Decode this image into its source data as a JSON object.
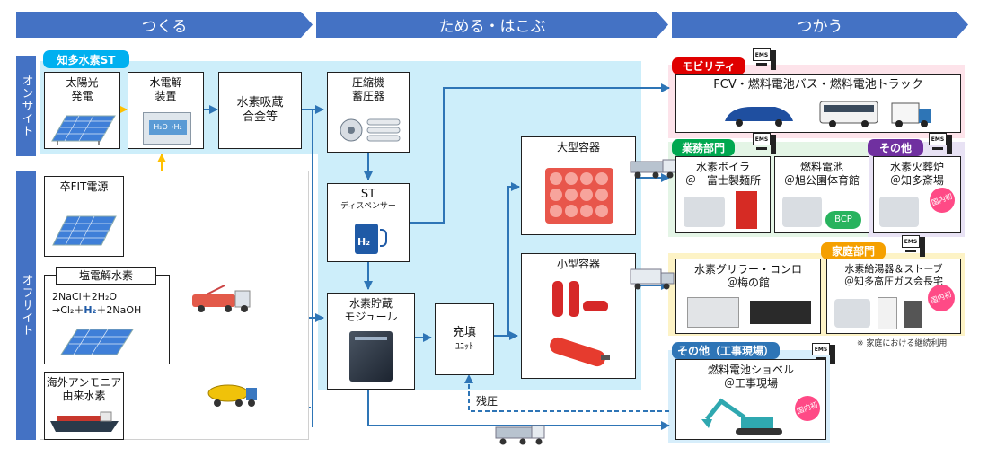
{
  "phases": {
    "make": "つくる",
    "store": "ためる・はこぶ",
    "use": "つかう"
  },
  "sides": {
    "onsite": "オンサイト",
    "offsite": "オフサイト"
  },
  "station_tag": "知多水素ST",
  "nodes": {
    "solar": "太陽光\n発電",
    "electrolyzer": "水電解\n装置",
    "alloy": "水素吸蔵\n合金等",
    "compressor": "圧縮機\n蓄圧器",
    "st_title": "ST",
    "st_sub": "ディスペンサー",
    "h2_symbol": "H₂",
    "fit": "卒FIT電源",
    "brine": "塩電解水素",
    "brine_eq1": "2NaCl＋2H₂O",
    "brine_eq2_pre": "→Cl₂＋",
    "brine_eq2_h2": "H₂",
    "brine_eq2_post": "＋2NaOH",
    "ammonia": "海外アンモニア\n由来水素",
    "storage_module": "水素貯蔵\nモジュール",
    "fill_title": "充填",
    "fill_sub": "ﾕﾆｯﾄ",
    "large_container": "大型容器",
    "small_container": "小型容器",
    "residual": "残圧",
    "electrolyzer_mark": "H₂O→H₂"
  },
  "use": {
    "mobility_tag": "モビリティ",
    "mobility_text": "FCV・燃料電池バス・燃料電池トラック",
    "business_tag": "業務部門",
    "boiler": "水素ボイラ\n＠一富士製麺所",
    "fuelcell": "燃料電池\n＠旭公園体育館",
    "bcp": "BCP",
    "other_tag": "その他",
    "crematorium": "水素火葬炉\n＠知多斎場",
    "household_tag": "家庭部門",
    "grill": "水素グリラー・コンロ\n＠梅の館",
    "water_heater": "水素給湯器＆ストーブ\n＠知多高圧ガス会長宅",
    "household_note": "※ 家庭における継続利用",
    "construction_tag": "その他（工事現場）",
    "shovel": "燃料電池ショベル\n＠工事現場",
    "first_badge": "国内初"
  },
  "ems_label": "EMS",
  "colors": {
    "phase": "#4472c4",
    "region": "#cdeefa",
    "flow": "#2e75b6",
    "power": "#ffc000",
    "tag_red": "#e00000",
    "tag_green": "#00a850",
    "tag_purple": "#7030a0",
    "tag_orange": "#f5a000",
    "tag_blue": "#2e75b6",
    "bg_pink": "#fde3ea",
    "bg_green": "#e4f5e6",
    "bg_purple": "#e8e2f4",
    "bg_yellow": "#fdf3c6",
    "bg_cyan": "#d7eefb"
  }
}
